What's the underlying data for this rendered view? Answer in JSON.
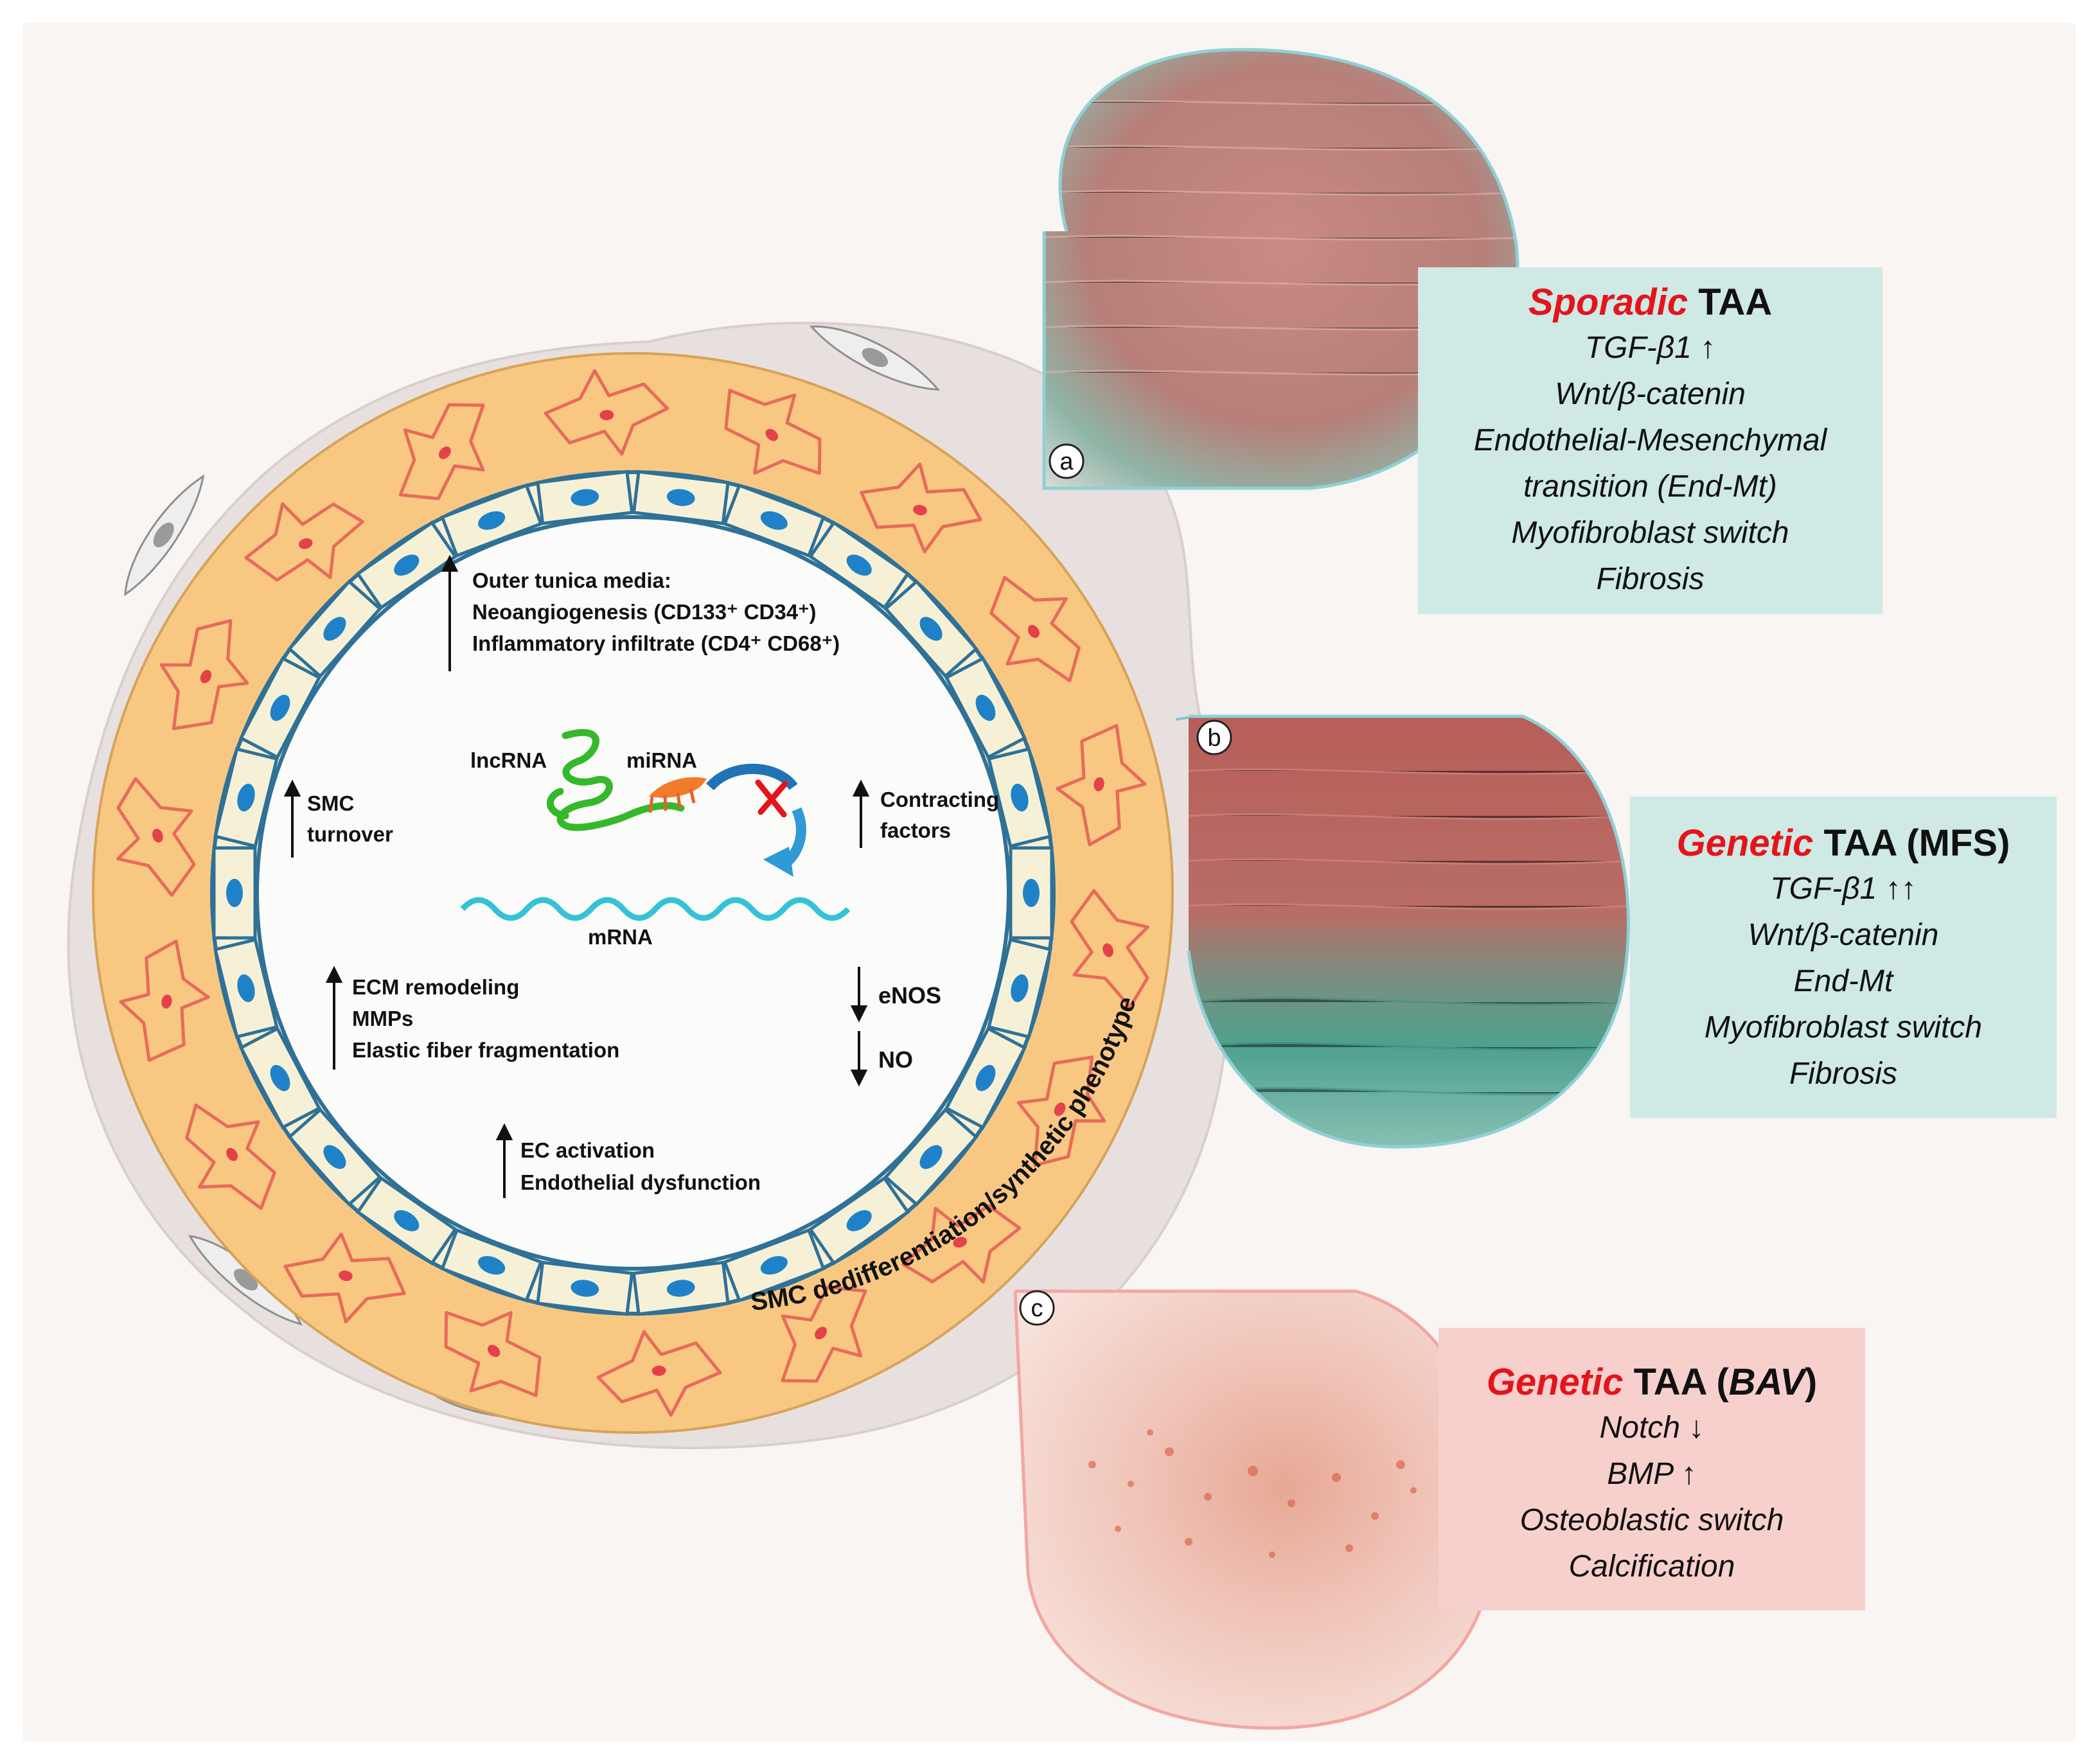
{
  "center_labels": {
    "outer_media": "Outer tunica media:",
    "neoangiogenesis": "Neoangiogenesis (CD133⁺ CD34⁺)",
    "inflammatory": "Inflammatory infiltrate (CD4⁺ CD68⁺)",
    "lncrna": "lncRNA",
    "mirna": "miRNA",
    "mrna": "mRNA",
    "smc": "SMC",
    "turnover": "turnover",
    "contracting": "Contracting",
    "factors": "factors",
    "ecm": "ECM remodeling",
    "mmps": "MMPs",
    "elastic": "Elastic fiber fragmentation",
    "enos": "eNOS",
    "no": "NO",
    "ec_activation": "EC activation",
    "endothelial_dysfunction": "Endothelial dysfunction",
    "smc_dediff": "SMC dedifferentiation/synthetic phenotype"
  },
  "panel_letters": {
    "a": "a",
    "b": "b",
    "c": "c"
  },
  "box_a": {
    "title_red": "Sporadic",
    "title_black": " TAA",
    "l1": "TGF-β1",
    "l1_arrow": "↑",
    "l2": "Wnt/β-catenin",
    "l3": "Endothelial-Mesenchymal",
    "l4": "transition (End-Mt)",
    "l5": "Myofibroblast switch",
    "l6": "Fibrosis"
  },
  "box_b": {
    "title_red": "Genetic",
    "title_black": " TAA (MFS)",
    "l1": "TGF-β1",
    "l1_arrow": "↑↑",
    "l2": "Wnt/β-catenin",
    "l3": "End-Mt",
    "l4": "Myofibroblast switch",
    "l5": "Fibrosis"
  },
  "box_c": {
    "title_red": "Genetic",
    "title_black_1": " TAA (",
    "title_italic": "BAV",
    "title_black_2": ")",
    "l1": "Notch",
    "l1_arrow": "↓",
    "l2": "BMP",
    "l2_arrow": "↑",
    "l3": "Osteoblastic switch",
    "l4": "Calcification"
  },
  "colors": {
    "background": "#f8f5f2",
    "adventitia": "#e8e0de",
    "media": "#f8c883",
    "smc_stroke": "#e86a5a",
    "endothelial_fill": "#f6f1d6",
    "endothelial_stroke": "#2f7197",
    "nucleus": "#1f82c8",
    "box_teal": "#cfe9e5",
    "box_pink": "#f7d0ce",
    "highlight_red": "#e5141b"
  }
}
